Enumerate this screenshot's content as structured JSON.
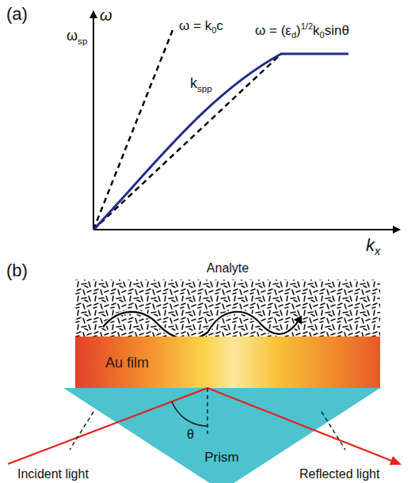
{
  "diagram": {
    "nodes": [
      {
        "text": [
          "Analyte"
        ]
      },
      {
        "text": [
          "Au film"
        ]
      },
      {
        "text": [
          "Prism"
        ]
      }
    ],
    "labels": [
      "(a)",
      "ω",
      "ωsp",
      "ω = k0c",
      "kspp",
      "ω = (εd)1/2k0sinθ",
      "kx",
      "(b)",
      "θ",
      "Incident light",
      "Reflected light"
    ]
  }
}
